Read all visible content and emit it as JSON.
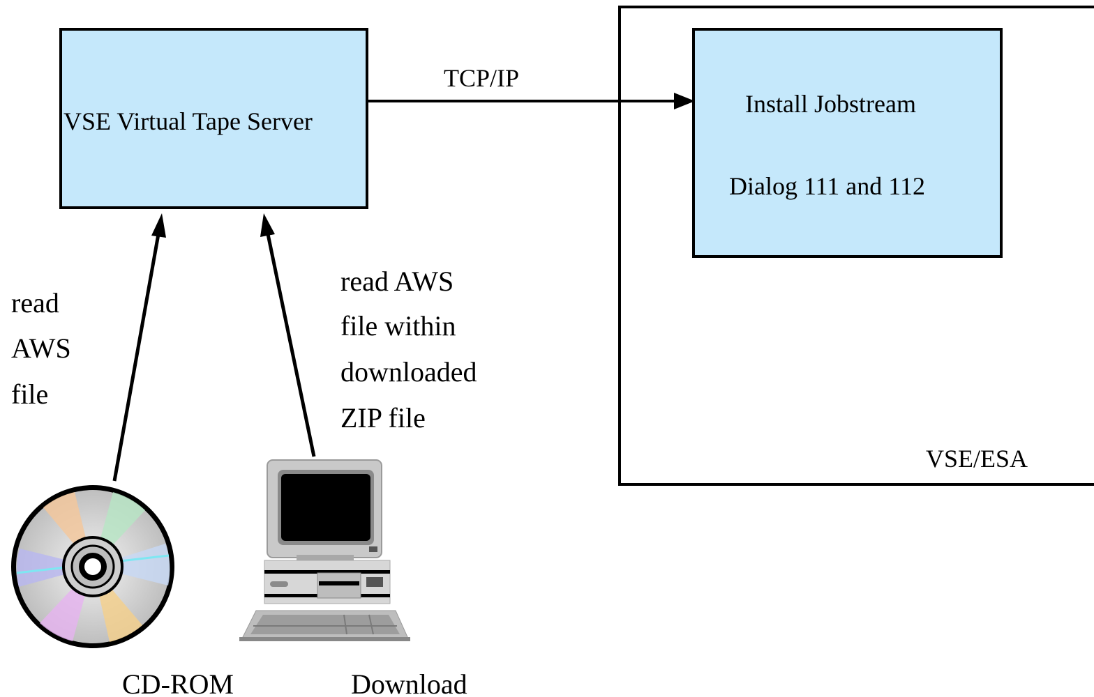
{
  "colors": {
    "box_fill": "#c5e8fb",
    "stroke": "#000000",
    "background": "#ffffff"
  },
  "server_box": {
    "label": "VSE Virtual Tape Server"
  },
  "vse_system": {
    "label": "VSE/ESA",
    "install_box": {
      "line1": "Install Jobstream",
      "line2": "Dialog 111 and 112"
    }
  },
  "connection": {
    "label": "TCP/IP"
  },
  "cdrom_path": {
    "label_lines": [
      "read",
      "AWS",
      "file"
    ],
    "icon": "cd-rom-disc-icon",
    "caption": "CD-ROM"
  },
  "download_path": {
    "label_lines": [
      "read AWS",
      "file within",
      "downloaded",
      "ZIP file"
    ],
    "icon": "desktop-computer-icon",
    "caption": "Download"
  }
}
